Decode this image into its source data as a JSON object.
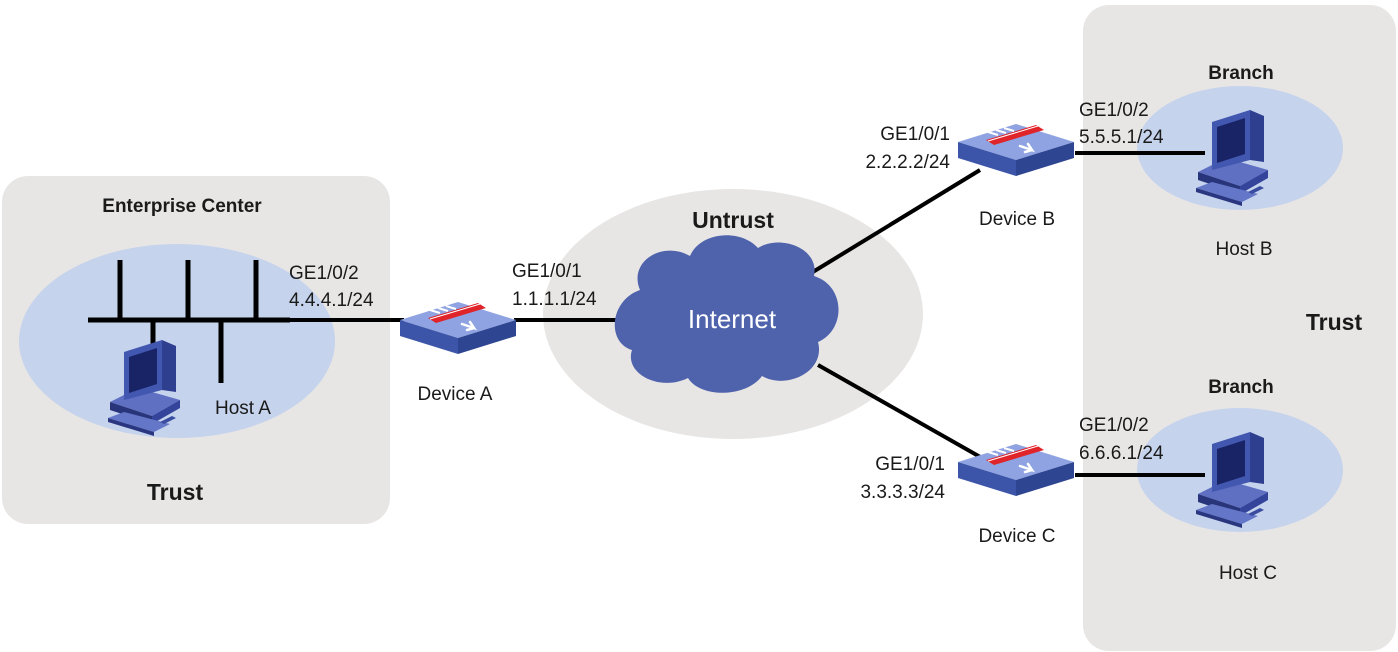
{
  "zones": {
    "enterprise_title": "Enterprise Center",
    "enterprise_zone": "Trust",
    "untrust": "Untrust",
    "branch_zone": "Trust",
    "branch_b_title": "Branch",
    "branch_c_title": "Branch"
  },
  "cloud": {
    "label": "Internet"
  },
  "devices": {
    "a": {
      "name": "Device A",
      "left_if": "GE1/0/2",
      "left_ip": "4.4.4.1/24",
      "right_if": "GE1/0/1",
      "right_ip": "1.1.1.1/24"
    },
    "b": {
      "name": "Device B",
      "left_if": "GE1/0/1",
      "left_ip": "2.2.2.2/24",
      "right_if": "GE1/0/2",
      "right_ip": "5.5.5.1/24"
    },
    "c": {
      "name": "Device C",
      "left_if": "GE1/0/1",
      "left_ip": "3.3.3.3/24",
      "right_if": "GE1/0/2",
      "right_ip": "6.6.6.1/24"
    }
  },
  "hosts": {
    "a": "Host A",
    "b": "Host B",
    "c": "Host C"
  },
  "colors": {
    "zone_bg": "#e8e6e5",
    "host_bubble": "#c5d3ec",
    "cloud": "#4f63ad",
    "device_body": "#5b75c4",
    "firewall_red": "#e0252a",
    "link": "#000000"
  }
}
